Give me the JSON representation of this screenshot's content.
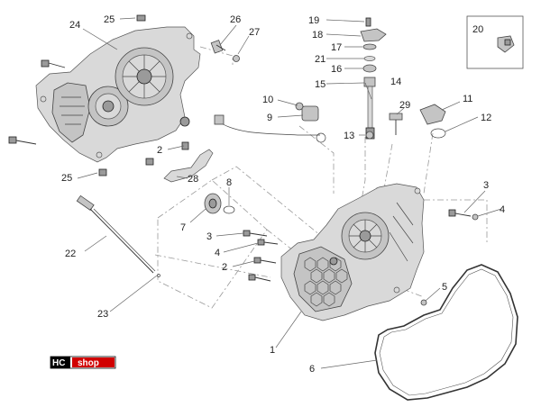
{
  "diagram": {
    "callouts": [
      "1",
      "2",
      "3",
      "4",
      "5",
      "6",
      "7",
      "8",
      "9",
      "10",
      "11",
      "12",
      "13",
      "14",
      "15",
      "16",
      "17",
      "18",
      "19",
      "20",
      "21",
      "22",
      "23",
      "24",
      "25",
      "26",
      "27",
      "28",
      "29"
    ]
  },
  "logo": {
    "brand_left": "HC",
    "brand_right": "shop",
    "color": "#d10000"
  },
  "colors": {
    "line": "#333333",
    "fill": "#c8c8c8",
    "dash": "#999999"
  }
}
